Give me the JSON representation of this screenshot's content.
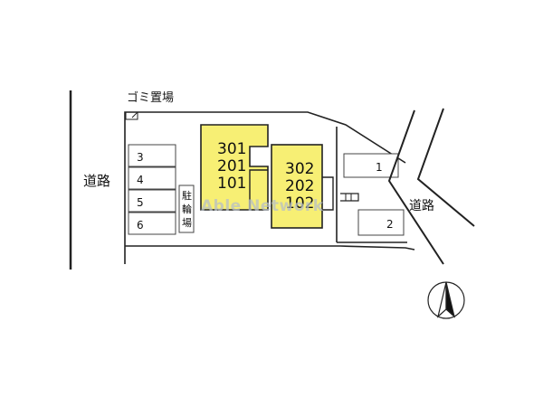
{
  "labels": {
    "garbage": "ゴミ置場",
    "road_left": "道路",
    "road_right": "道路",
    "bicycle": "駐輪場"
  },
  "parking_left": [
    "3",
    "4",
    "5",
    "6"
  ],
  "parking_right": [
    "1",
    "2"
  ],
  "building_a": [
    "301",
    "201",
    "101"
  ],
  "building_b": [
    "302",
    "202",
    "102"
  ],
  "watermark": "Able Network",
  "colors": {
    "building_fill": "#f7ef74",
    "line": "#222222",
    "watermark": "#b7bfc7"
  },
  "icons": {
    "compass": "north-arrow-icon"
  }
}
